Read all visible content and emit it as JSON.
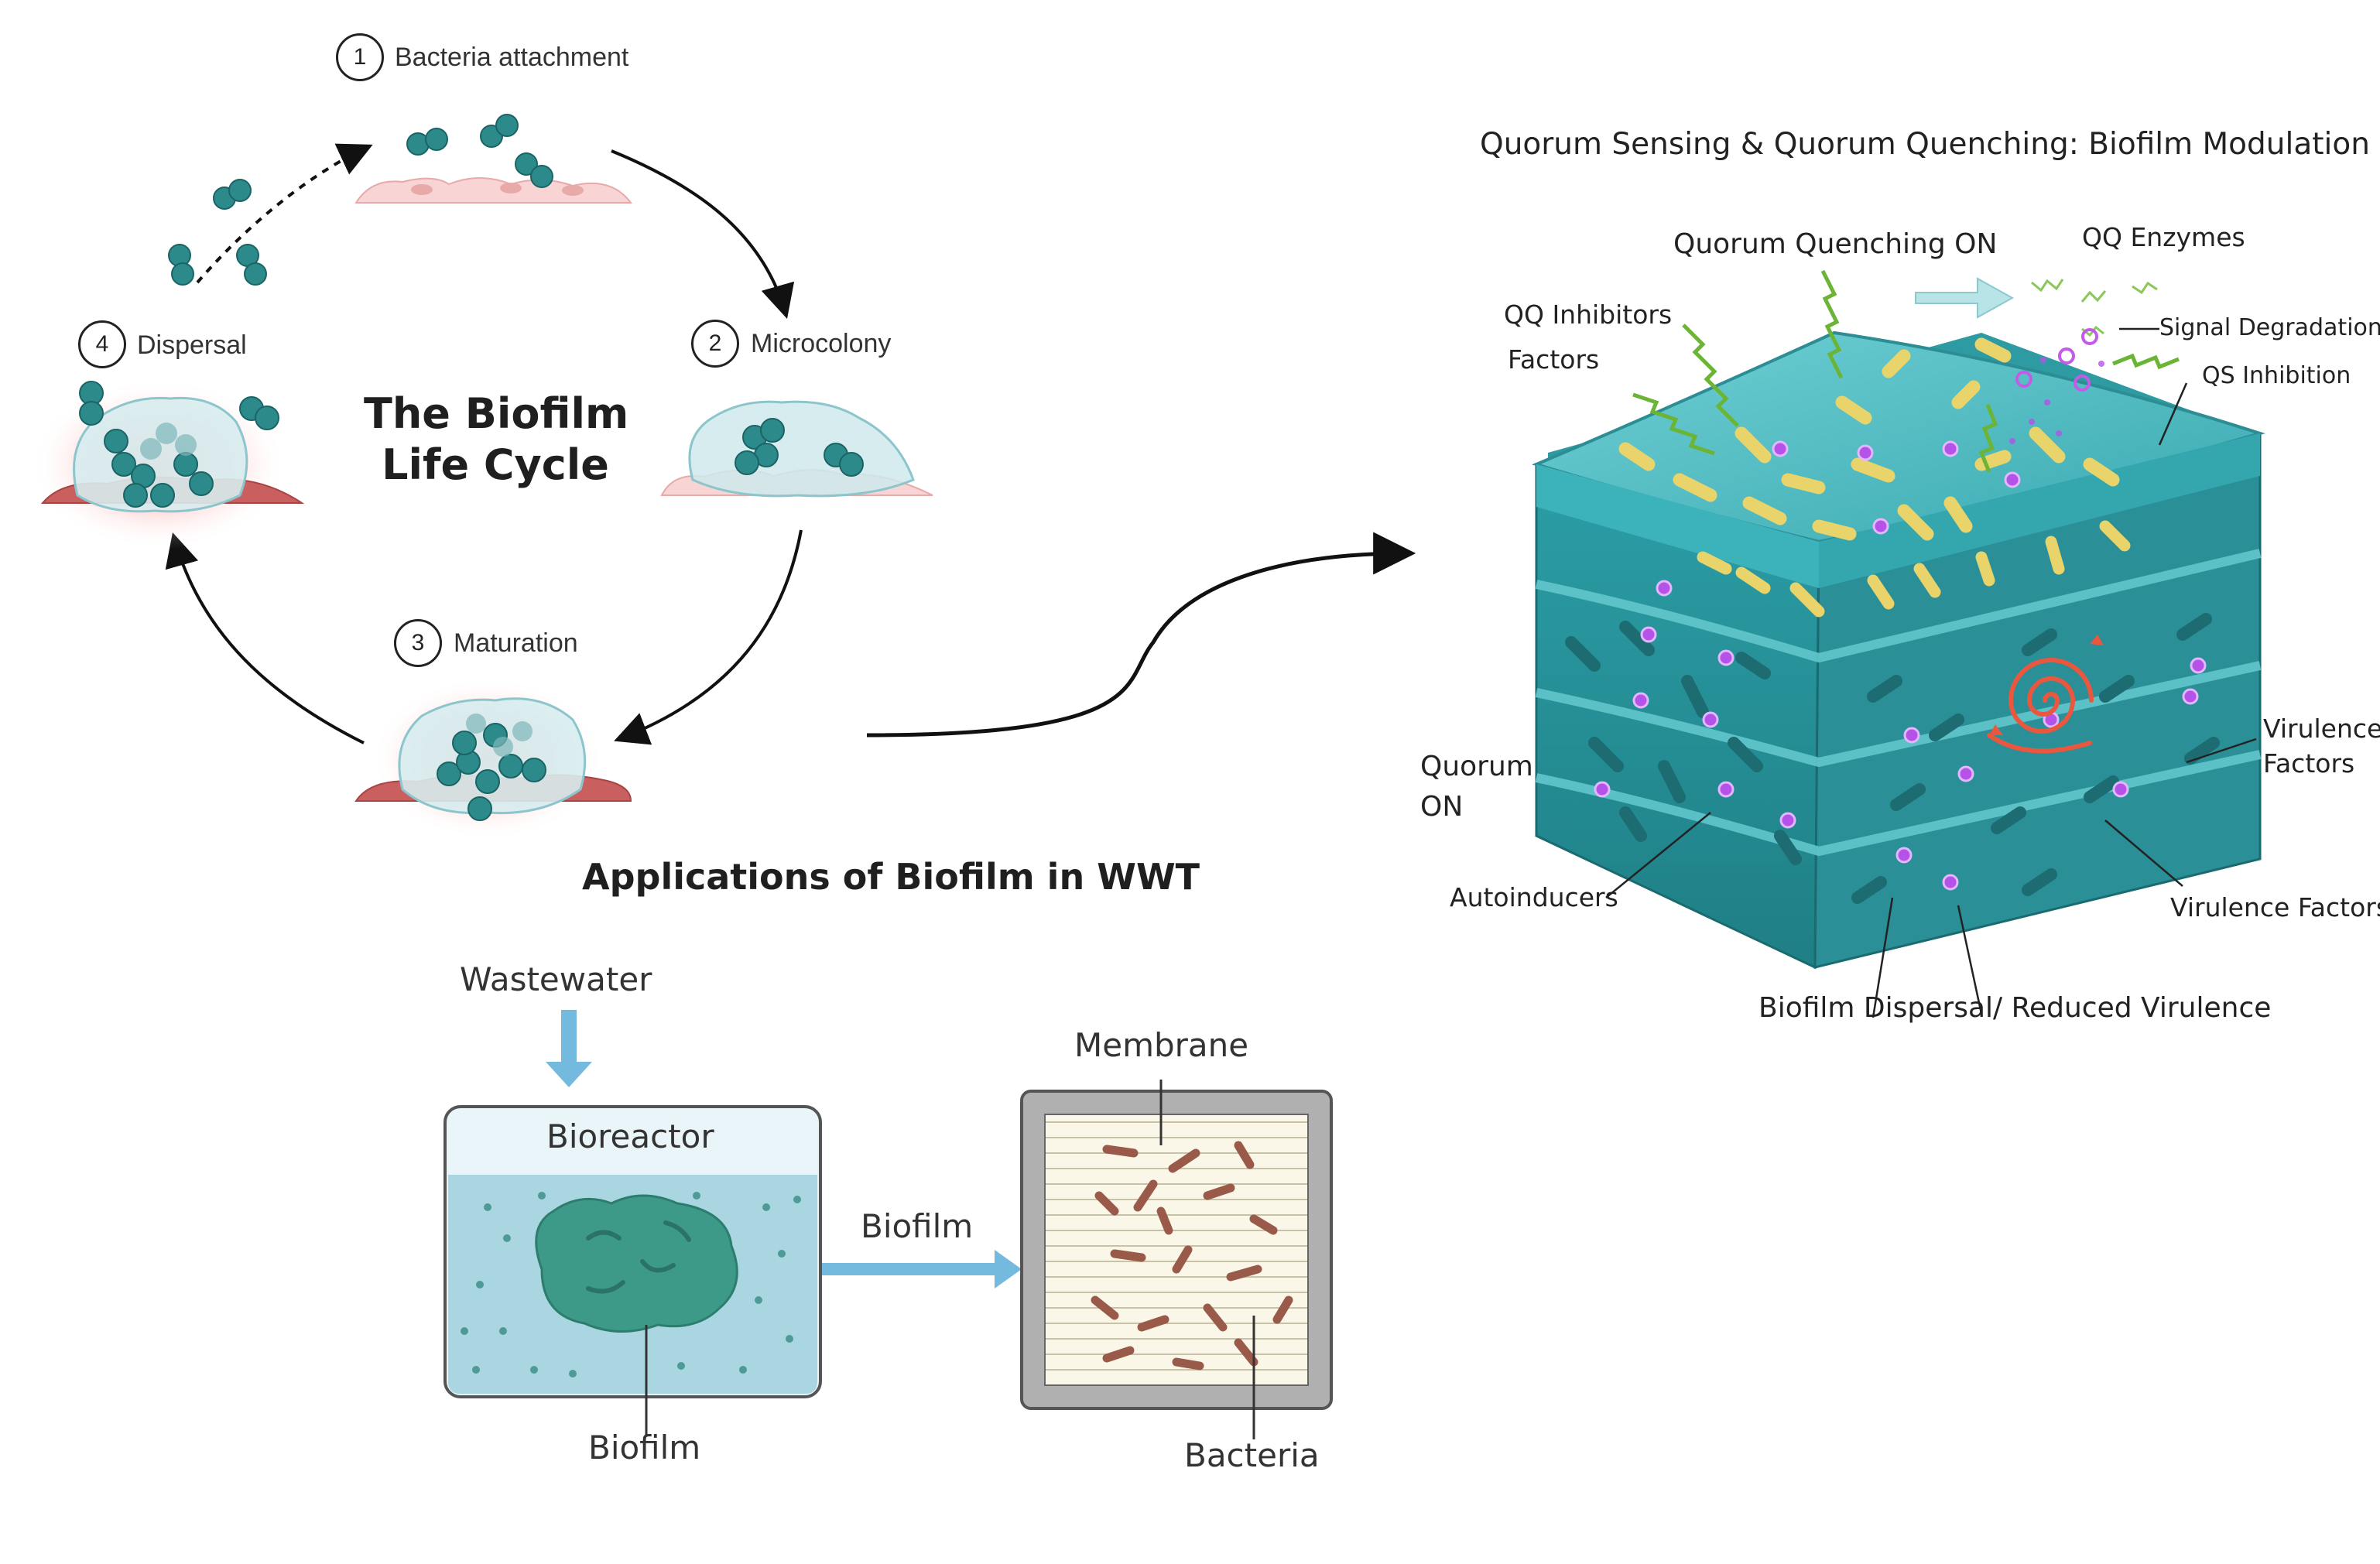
{
  "cycle": {
    "title_line1": "The Biofilm",
    "title_line2": "Life Cycle",
    "steps": [
      {
        "num": "1",
        "label": "Bacteria attachment"
      },
      {
        "num": "2",
        "label": "Microcolony"
      },
      {
        "num": "3",
        "label": "Maturation"
      },
      {
        "num": "4",
        "label": "Dispersal"
      }
    ]
  },
  "wwt": {
    "title": "Applications of Biofilm in WWT",
    "wastewater": "Wastewater",
    "bioreactor": "Bioreactor",
    "biofilm_arrow": "Biofilm",
    "biofilm_pointer": "Biofilm",
    "membrane": "Membrane",
    "bacteria": "Bacteria"
  },
  "qs": {
    "title": "Quorum Sensing & Quorum Quenching: Biofilm Modulation",
    "quenching_on": "Quorum Quenching ON",
    "qq_enzymes": "QQ Enzymes",
    "qq_inhibitors": "QQ Inhibitors",
    "factors": "Factors",
    "signal_degradation": "Signal Degradation",
    "qs_inhibition": "QS Inhibition",
    "virulence_line1": "Virulence",
    "virulence_line2": "Factors",
    "quorum_line1": "Quorum",
    "quorum_line2": "ON",
    "autoinducers": "Autoinducers",
    "virulence_factors": "Virulence Factors",
    "dispersal": "Biofilm Dispersal/ Reduced Virulence"
  },
  "colors": {
    "teal": "#2f8a8a",
    "teal_dark": "#1d6f72",
    "cube_top": "#49b8bf",
    "cube_side": "#2b9aa2",
    "cell_pink": "#f4c9c9",
    "cell_red": "#c9625f",
    "glow": "#ff8f8f",
    "arrow_blue": "#74b9de",
    "water": "#a9d6e0",
    "rod_brown": "#9a5a4a",
    "rod_yellow": "#e8d46a",
    "signal_purple": "#b552e8",
    "qq_green": "#6cb436",
    "spiral_red": "#e9573f"
  }
}
